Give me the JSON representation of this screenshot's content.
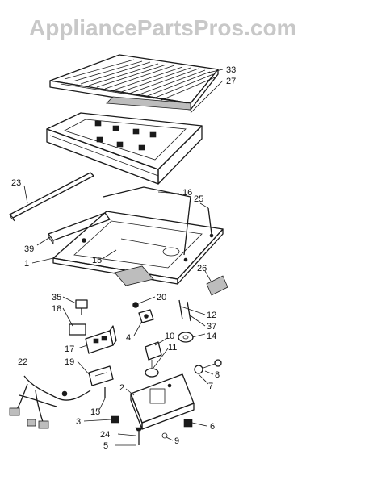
{
  "watermark": "AppliancePartsPros.com",
  "callouts": {
    "c33": "33",
    "c27": "27",
    "c23": "23",
    "c16": "16",
    "c25": "25",
    "c39": "39",
    "c1": "1",
    "c15a": "15",
    "c26": "26",
    "c35": "35",
    "c18": "18",
    "c20": "20",
    "c12": "12",
    "c37": "37",
    "c4": "4",
    "c14": "14",
    "c10": "10",
    "c11": "11",
    "c17": "17",
    "c19": "19",
    "c22": "22",
    "c8": "8",
    "c7": "7",
    "c2": "2",
    "c15b": "15",
    "c3": "3",
    "c6": "6",
    "c24": "24",
    "c9": "9",
    "c5": "5"
  }
}
